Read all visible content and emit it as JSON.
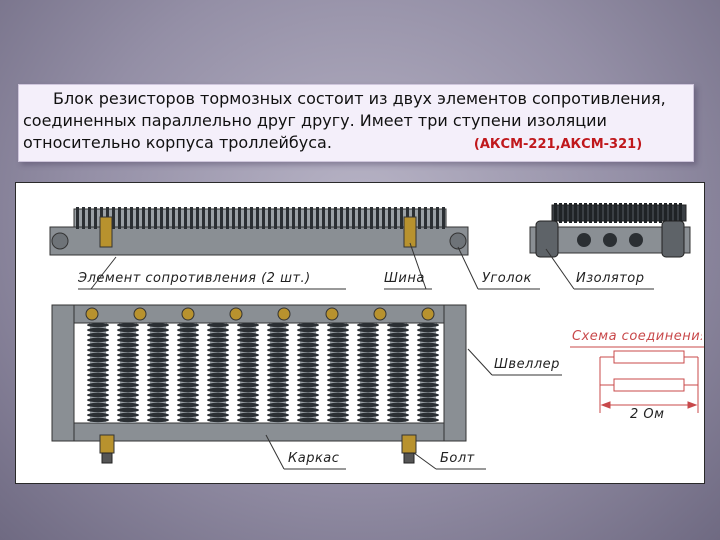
{
  "caption": {
    "line1": "Блок резисторов тормозных состоит из двух элементов сопротивления,",
    "line2": "соединенных параллельно друг другу. Имеет три ступени изоляции",
    "line3": "относительно корпуса троллейбуса.",
    "model": "(АКСМ-221,АКСМ-321)"
  },
  "labels": {
    "element": "Элемент сопротивления (2 шт.)",
    "bus": "Шина",
    "angle": "Уголок",
    "insulator": "Изолятор",
    "scheme": "Схема соединения",
    "channel": "Швеллер",
    "resistance": "2 Ом",
    "frame": "Каркас",
    "bolt": "Болт"
  },
  "colors": {
    "frame_gray": "#8a8f94",
    "coil_dark": "#2b2f33",
    "bolt_brass": "#b8922e",
    "scheme_red": "#c8484a"
  }
}
